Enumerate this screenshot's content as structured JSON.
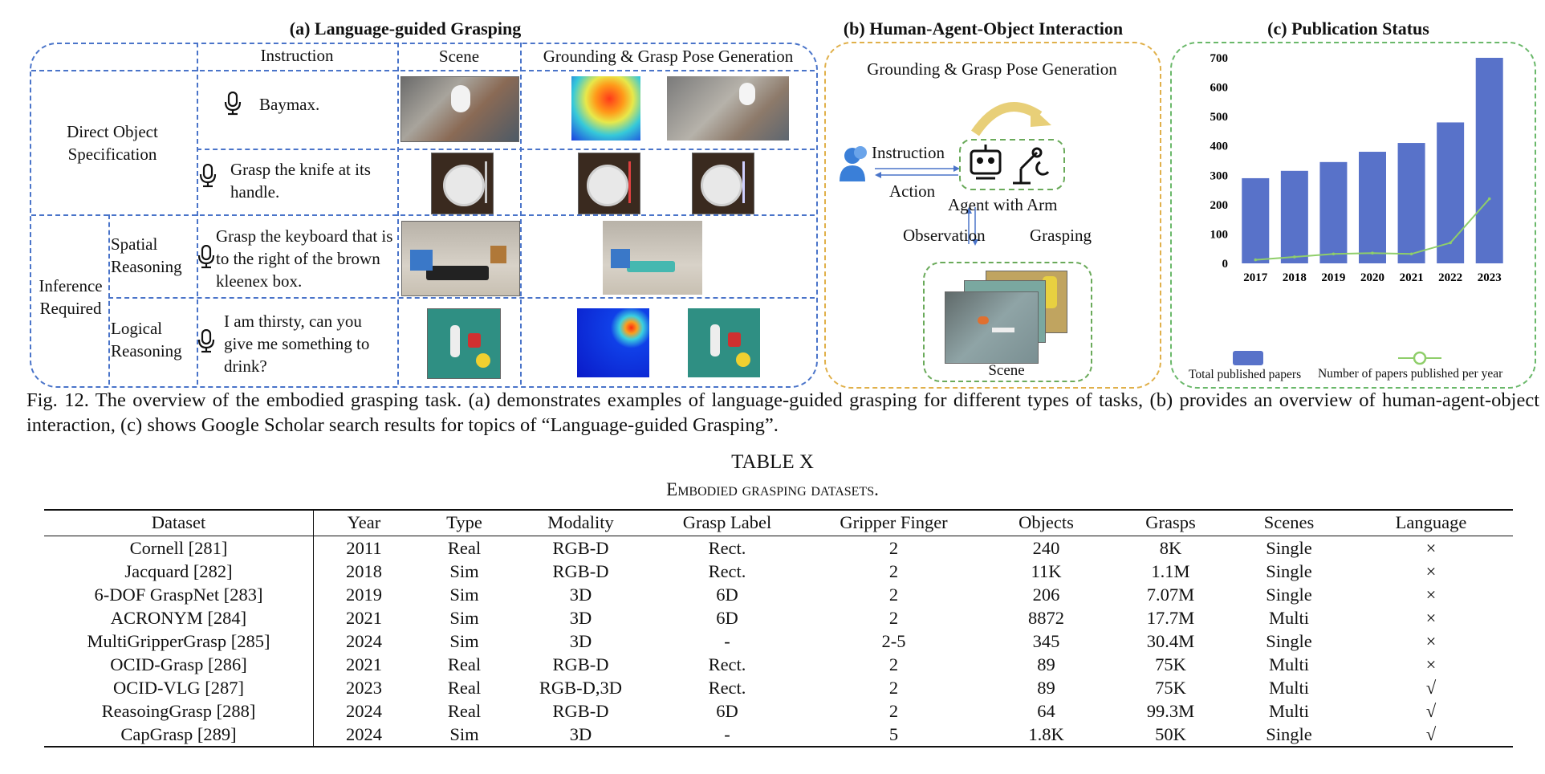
{
  "panel_a": {
    "title": "(a) Language-guided Grasping",
    "headers": {
      "instruction": "Instruction",
      "scene": "Scene",
      "grounding": "Grounding & Grasp Pose Generation"
    },
    "categories": {
      "direct": "Direct Object Specification",
      "inference": "Inference Required",
      "spatial": "Spatial Reasoning",
      "logical": "Logical Reasoning"
    },
    "instructions": [
      "Baymax.",
      "Grasp the knife at its handle.",
      "Grasp the keyboard that is to the right of the brown kleenex box.",
      "I am thirsty, can you give me something to drink?"
    ]
  },
  "panel_b": {
    "title": "(b) Human-Agent-Object Interaction",
    "subtitle": "Grounding & Grasp Pose Generation",
    "instruction": "Instruction",
    "action": "Action",
    "agent": "Agent with Arm",
    "observation": "Observation",
    "grasping": "Grasping",
    "scene": "Scene"
  },
  "panel_c": {
    "title": "(c) Publication Status",
    "legend_bar": "Total published papers",
    "legend_line": "Number of papers published per year"
  },
  "chart_data": {
    "type": "bar",
    "title": "(c) Publication Status",
    "categories": [
      "2017",
      "2018",
      "2019",
      "2020",
      "2021",
      "2022",
      "2023"
    ],
    "ylim": [
      0,
      700
    ],
    "yticks": [
      0,
      100,
      200,
      300,
      400,
      500,
      600,
      700
    ],
    "grid": false,
    "legend": "bottom",
    "bar_color": "#5872c9",
    "line_color": "#8fce6a",
    "series": [
      {
        "name": "Total published papers",
        "kind": "bar",
        "values": [
          290,
          315,
          345,
          380,
          410,
          480,
          700
        ]
      },
      {
        "name": "Number of papers published per year",
        "kind": "line",
        "values": [
          12,
          22,
          32,
          35,
          32,
          70,
          220
        ]
      }
    ]
  },
  "caption": {
    "text": "Fig. 12.  The overview of the embodied grasping task. (a) demonstrates examples of language-guided grasping for different types of tasks, (b) provides an overview of human-agent-object interaction, (c) shows Google Scholar search results for topics of “Language-guided Grasping”."
  },
  "table": {
    "label": "TABLE X",
    "title": "Embodied grasping datasets.",
    "columns": [
      "Dataset",
      "Year",
      "Type",
      "Modality",
      "Grasp Label",
      "Gripper Finger",
      "Objects",
      "Grasps",
      "Scenes",
      "Language"
    ],
    "rows": [
      [
        "Cornell [281]",
        "2011",
        "Real",
        "RGB-D",
        "Rect.",
        "2",
        "240",
        "8K",
        "Single",
        "×"
      ],
      [
        "Jacquard [282]",
        "2018",
        "Sim",
        "RGB-D",
        "Rect.",
        "2",
        "11K",
        "1.1M",
        "Single",
        "×"
      ],
      [
        "6-DOF GraspNet [283]",
        "2019",
        "Sim",
        "3D",
        "6D",
        "2",
        "206",
        "7.07M",
        "Single",
        "×"
      ],
      [
        "ACRONYM [284]",
        "2021",
        "Sim",
        "3D",
        "6D",
        "2",
        "8872",
        "17.7M",
        "Multi",
        "×"
      ],
      [
        "MultiGripperGrasp [285]",
        "2024",
        "Sim",
        "3D",
        "-",
        "2-5",
        "345",
        "30.4M",
        "Single",
        "×"
      ],
      [
        "OCID-Grasp [286]",
        "2021",
        "Real",
        "RGB-D",
        "Rect.",
        "2",
        "89",
        "75K",
        "Multi",
        "×"
      ],
      [
        "OCID-VLG [287]",
        "2023",
        "Real",
        "RGB-D,3D",
        "Rect.",
        "2",
        "89",
        "75K",
        "Multi",
        "√"
      ],
      [
        "ReasoingGrasp [288]",
        "2024",
        "Real",
        "RGB-D",
        "6D",
        "2",
        "64",
        "99.3M",
        "Multi",
        "√"
      ],
      [
        "CapGrasp [289]",
        "2024",
        "Sim",
        "3D",
        "-",
        "5",
        "1.8K",
        "50K",
        "Single",
        "√"
      ]
    ]
  }
}
